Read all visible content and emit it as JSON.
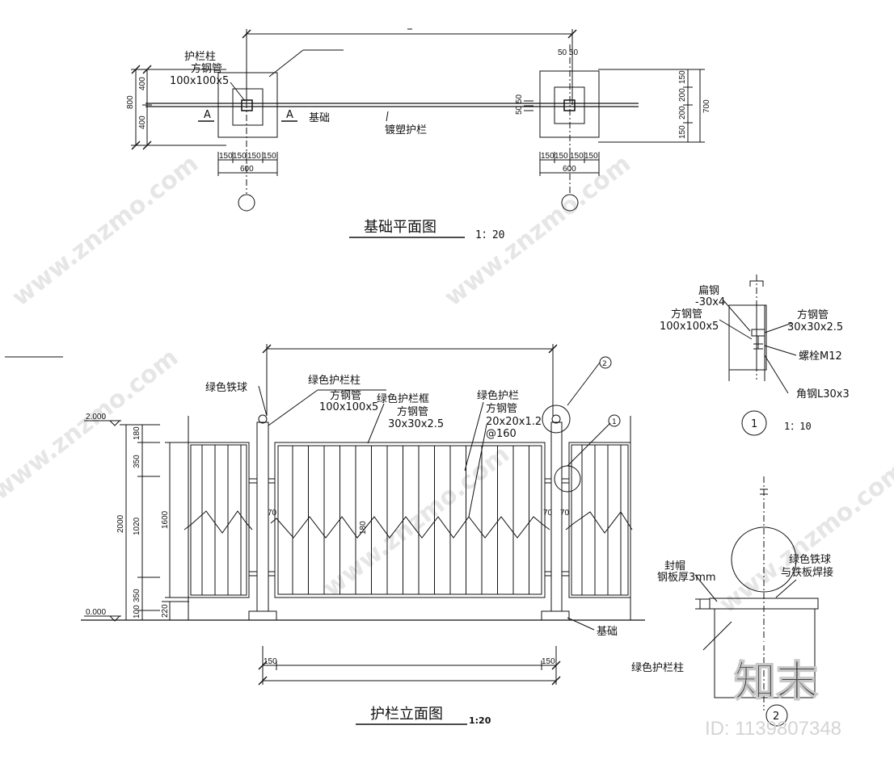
{
  "plan": {
    "title": "基础平面图",
    "scale": "1：20",
    "labels": {
      "post": "护栏柱",
      "post_spec1": "方钢管",
      "post_spec2": "100x100x5",
      "foundation": "基础",
      "rail": "镀塑护栏",
      "section_a": "A"
    },
    "dims": {
      "left_total": "800",
      "left_upper": "400",
      "left_lower": "400",
      "bottom_segs": [
        "150",
        "150",
        "150",
        "150"
      ],
      "bottom_total": "600",
      "top_right_pair": "50 50",
      "right_small": "50 50",
      "right_segs": [
        "150",
        "200",
        "200",
        "150"
      ],
      "right_total": "700"
    }
  },
  "elevation": {
    "title": "护栏立面图",
    "scale": "1:20",
    "labels": {
      "ball": "绿色铁球",
      "post": "绿色护栏柱",
      "post_spec1": "方钢管",
      "post_spec2": "100x100x5",
      "frame": "绿色护栏框",
      "frame_spec1": "方钢管",
      "frame_spec2": "30x30x2.5",
      "rail": "绿色护栏",
      "rail_spec1": "方钢管",
      "rail_spec2": "20x20x1.2",
      "rail_spec3": "@160",
      "foundation": "基础"
    },
    "levels": {
      "top": "2.000",
      "ground": "0.000"
    },
    "dims": {
      "left_total": "2000",
      "left_segs": [
        "180",
        "350",
        "1020",
        "350",
        "100"
      ],
      "inner": "1600",
      "base": "220",
      "seventy": "70",
      "one_eighty": "180",
      "bottom_end": "150"
    },
    "callouts": [
      "1",
      "2"
    ]
  },
  "detail1": {
    "labels": {
      "flat_steel": "扁钢",
      "flat_spec": "-30x4",
      "tube_left": "方钢管",
      "tube_left_spec": "100x100x5",
      "tube_right": "方钢管",
      "tube_right_spec": "30x30x2.5",
      "bolt": "螺栓M12",
      "angle": "角钢L30x3"
    },
    "number": "1",
    "scale": "1：10"
  },
  "detail2": {
    "labels": {
      "cap": "封帽",
      "plate": "钢板厚3mm",
      "ball1": "绿色铁球",
      "ball2": "与铁板焊接",
      "post": "绿色护栏柱"
    },
    "number": "2"
  },
  "watermark": {
    "site": "www.znzmo.com",
    "brand": "知末",
    "id_text": "ID: 1139807348"
  }
}
